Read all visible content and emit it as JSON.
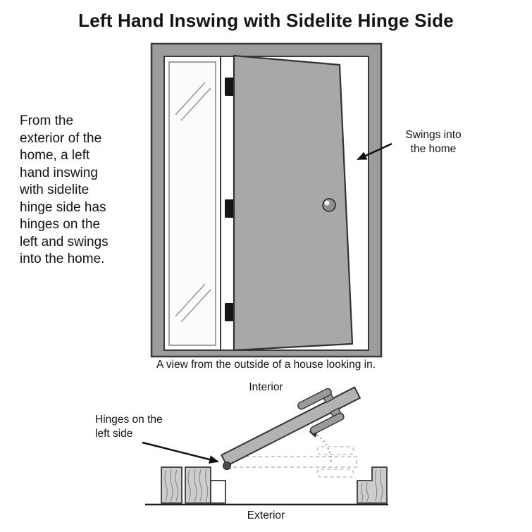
{
  "title": "Left Hand Inswing with Sidelite Hinge Side",
  "description": "From the\nexterior of the\nhome, a left\nhand inswing\nwith sidelite\nhinge side has\nhinges on the\nleft and swings\ninto the home.",
  "front_view": {
    "swing_label": "Swings into\nthe home",
    "caption": "A view from the outside of a house looking in."
  },
  "top_view": {
    "interior_label": "Interior",
    "hinge_label": "Hinges on the\nleft side",
    "exterior_label": "Exterior"
  },
  "colors": {
    "frame_gray": "#9c9c9c",
    "door_gray": "#a8a8a8",
    "top_door_gray": "#b3b3b3",
    "outline": "#3a3a3a",
    "hinge_black": "#161616",
    "ghost_gray": "#c3c3c3",
    "wood_gray": "#cdcdcd"
  }
}
